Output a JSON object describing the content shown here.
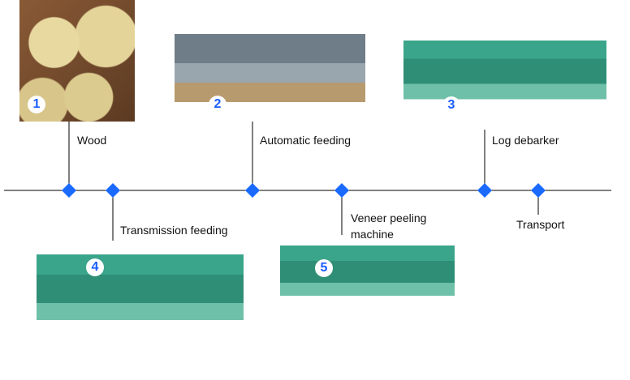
{
  "colors": {
    "accent": "#1a6aff",
    "line": "#000000"
  },
  "steps": [
    {
      "number": "1",
      "label": "Wood",
      "image": "wood-logs-photo"
    },
    {
      "number": "2",
      "label": "Automatic feeding",
      "image": "automatic-feeding-machine-photo"
    },
    {
      "number": "3",
      "label": "Log debarker",
      "image": "log-debarker-machine-photo"
    },
    {
      "number": "4",
      "label": "Transmission feeding",
      "image": "transmission-feeding-machine-photo"
    },
    {
      "number": "5",
      "label": "Veneer peeling machine",
      "label_line1": "Veneer peeling",
      "label_line2": "machine",
      "image": "veneer-peeling-machine-photo"
    },
    {
      "number": "",
      "label": "Transport"
    }
  ]
}
